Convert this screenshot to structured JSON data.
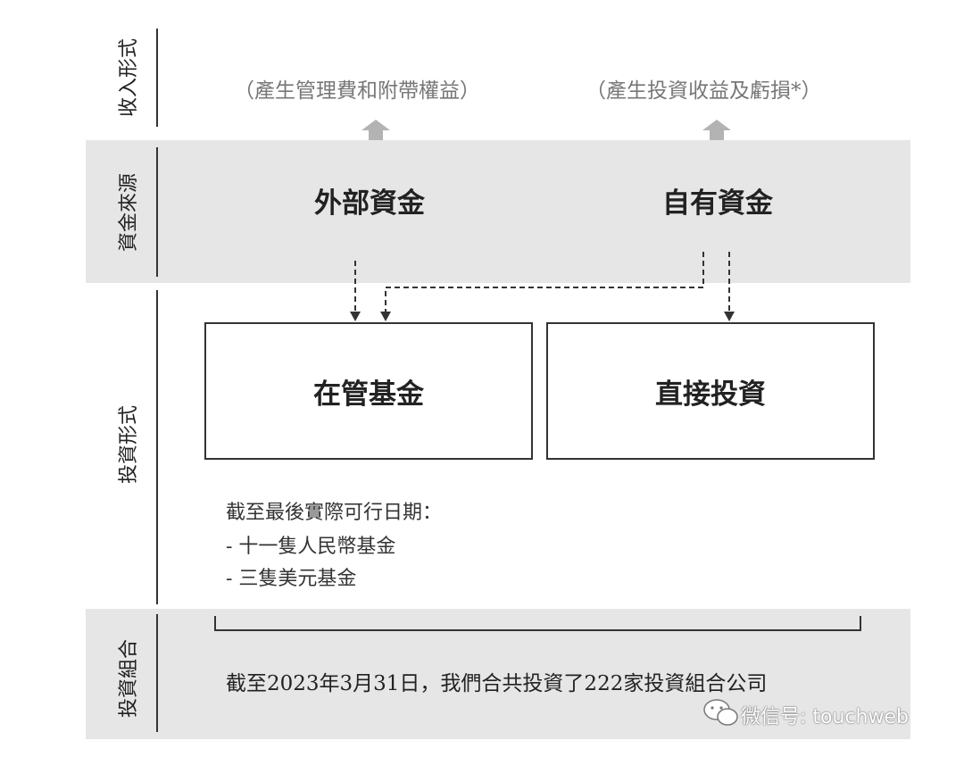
{
  "row_labels": {
    "income_form": "收入形式",
    "capital_source": "資金來源",
    "investment_form": "投資形式",
    "portfolio": "投資組合"
  },
  "income": {
    "left": "（產生管理費和附帶權益）",
    "right": "（產生投資收益及虧損*）"
  },
  "sources": {
    "external": "外部資金",
    "own": "自有資金"
  },
  "boxes": {
    "managed_funds": "在管基金",
    "direct_investment": "直接投資"
  },
  "notes": {
    "heading": "截至最後實際可行日期：",
    "item1": "-  十一隻人民幣基金",
    "item2": "-  三隻美元基金"
  },
  "portfolio_summary": "截至2023年3月31日，我們合共投資了222家投資組合公司",
  "watermark": "微信号: touchweb",
  "colors": {
    "band": "#e6e6e6",
    "arrow_up": "#b3b3b3",
    "line": "#333333"
  }
}
